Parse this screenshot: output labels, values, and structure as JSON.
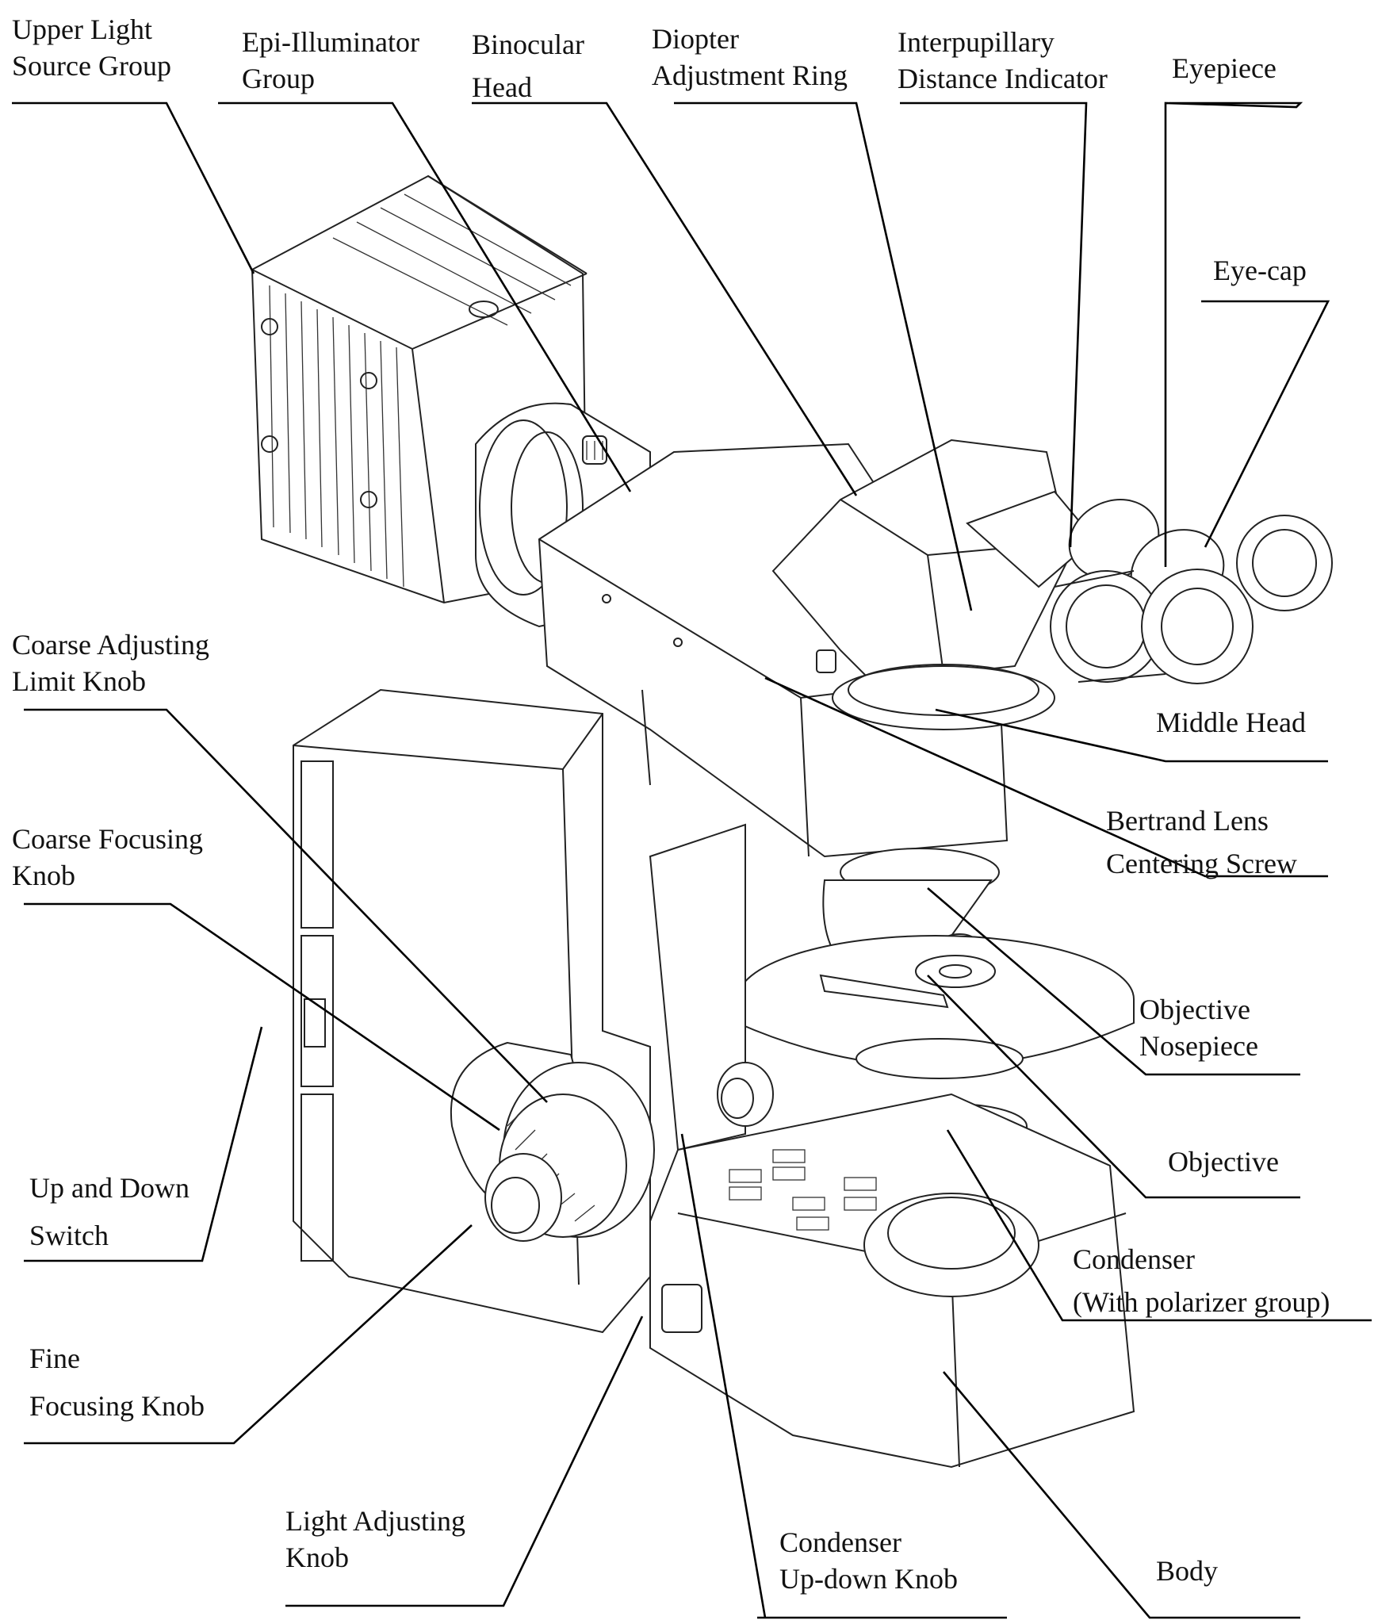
{
  "labels": {
    "upper_light_source_group": {
      "line1": "Upper Light",
      "line2": "Source Group"
    },
    "epi_illuminator_group": {
      "line1": "Epi-Illuminator",
      "line2": "Group"
    },
    "binocular_head": {
      "line1": "Binocular",
      "line2": "Head"
    },
    "diopter_adjustment_ring": {
      "line1": "Diopter",
      "line2": "Adjustment Ring"
    },
    "interpupillary_distance_indicator": {
      "line1": "Interpupillary",
      "line2": "Distance Indicator"
    },
    "eyepiece": {
      "line1": "Eyepiece"
    },
    "eye_cap": {
      "line1": "Eye-cap"
    },
    "coarse_adjusting_limit_knob": {
      "line1": "Coarse Adjusting",
      "line2": "Limit Knob"
    },
    "coarse_focusing_knob": {
      "line1": "Coarse  Focusing",
      "line2": "Knob"
    },
    "middle_head": {
      "line1": "Middle Head"
    },
    "bertrand_lens_centering_screw": {
      "line1": "Bertrand Lens",
      "line2": "Centering Screw"
    },
    "objective_nosepiece": {
      "line1": "Objective",
      "line2": "Nosepiece"
    },
    "objective": {
      "line1": "Objective"
    },
    "up_and_down_switch": {
      "line1": "Up and Down",
      "line2": "Switch"
    },
    "condenser": {
      "line1": "Condenser",
      "line2": "(With polarizer group)"
    },
    "fine_focusing_knob": {
      "line1": "Fine",
      "line2": "Focusing Knob"
    },
    "light_adjusting_knob": {
      "line1": "Light  Adjusting",
      "line2": "Knob"
    },
    "condenser_up_down_knob": {
      "line1": "Condenser",
      "line2": "Up-down Knob"
    },
    "body": {
      "line1": "Body"
    }
  }
}
